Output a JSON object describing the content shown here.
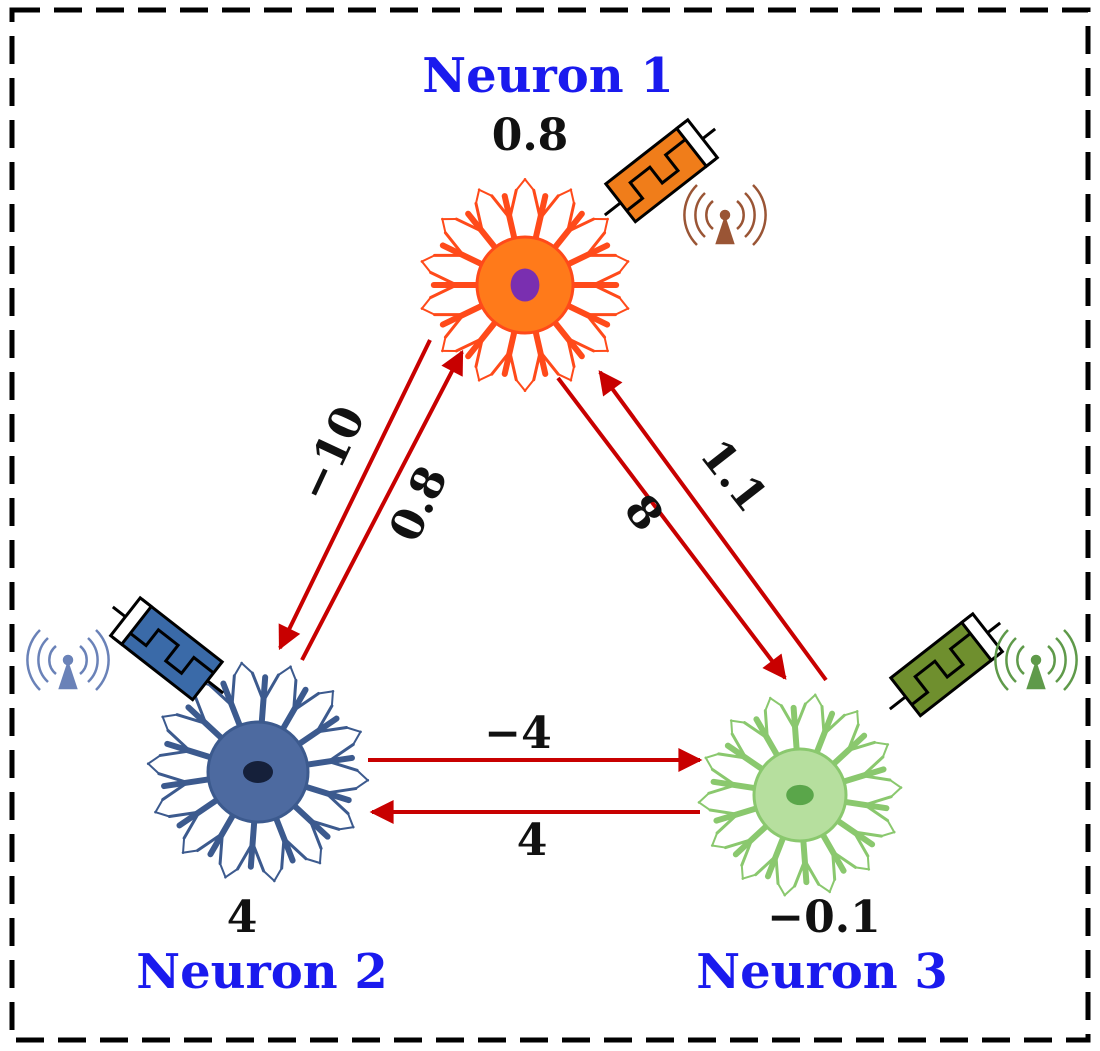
{
  "neurons": [
    {
      "id": "n1",
      "name": "Neuron 1",
      "value": "0.8",
      "color": "#ff7a1a",
      "dendrite_color": "#ff4a1a",
      "nucleus_color": "#7a2fb0",
      "chip_color": "#f07d1a",
      "antenna_color": "#9a5535"
    },
    {
      "id": "n2",
      "name": "Neuron 2",
      "value": "4",
      "color": "#4d6aa0",
      "dendrite_color": "#3c5a8e",
      "nucleus_color": "#15203a",
      "chip_color": "#3a6aa8",
      "antenna_color": "#6a82b8"
    },
    {
      "id": "n3",
      "name": "Neuron 3",
      "value": "−0.1",
      "color": "#b6df9e",
      "dendrite_color": "#8ac86e",
      "nucleus_color": "#5aa64a",
      "chip_color": "#6f8f2e",
      "antenna_color": "#5f9a4a"
    }
  ],
  "connections": [
    {
      "from": "n1",
      "to": "n2",
      "weight": "−10"
    },
    {
      "from": "n2",
      "to": "n1",
      "weight": "0.8"
    },
    {
      "from": "n1",
      "to": "n3",
      "weight": "8"
    },
    {
      "from": "n3",
      "to": "n1",
      "weight": "1.1"
    },
    {
      "from": "n2",
      "to": "n3",
      "weight": "−4"
    },
    {
      "from": "n3",
      "to": "n2",
      "weight": "4"
    }
  ],
  "colors": {
    "arrow": "#c80000",
    "label": "#1a1aee",
    "text": "#111111",
    "border": "#000000"
  }
}
